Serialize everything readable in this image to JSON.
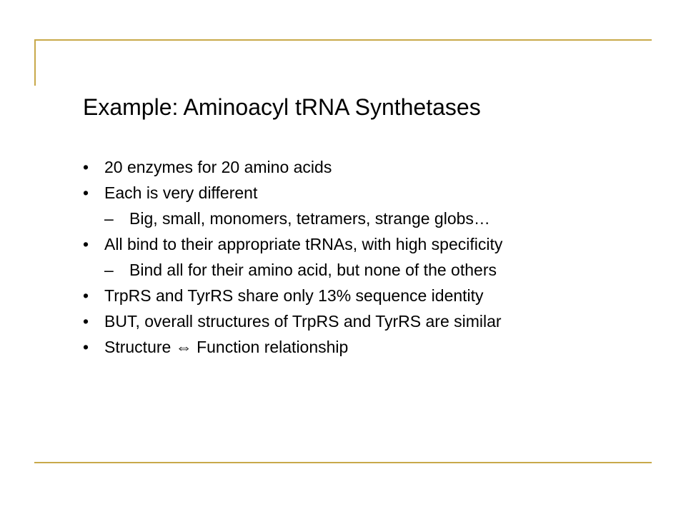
{
  "colors": {
    "accent_rule": "#C8A94A",
    "text": "#000000",
    "background": "#FFFFFF"
  },
  "slide": {
    "title": "Example: Aminoacyl tRNA Synthetases",
    "bullets": [
      {
        "level": 1,
        "marker": "•",
        "text": "20 enzymes for 20 amino acids"
      },
      {
        "level": 1,
        "marker": "•",
        "text": "Each is very different"
      },
      {
        "level": 2,
        "marker": "–",
        "text": "Big, small, monomers, tetramers, strange globs…"
      },
      {
        "level": 1,
        "marker": "•",
        "text": "All bind to their appropriate tRNAs, with high specificity"
      },
      {
        "level": 2,
        "marker": "–",
        "text": "Bind all for their amino acid, but none of the others"
      },
      {
        "level": 1,
        "marker": "•",
        "text": "TrpRS and TyrRS share only 13% sequence identity"
      },
      {
        "level": 1,
        "marker": "•",
        "text": "BUT, overall structures of TrpRS and TyrRS are similar"
      },
      {
        "level": 1,
        "marker": "•",
        "text": "Structure ⇔ Function relationship"
      }
    ]
  }
}
